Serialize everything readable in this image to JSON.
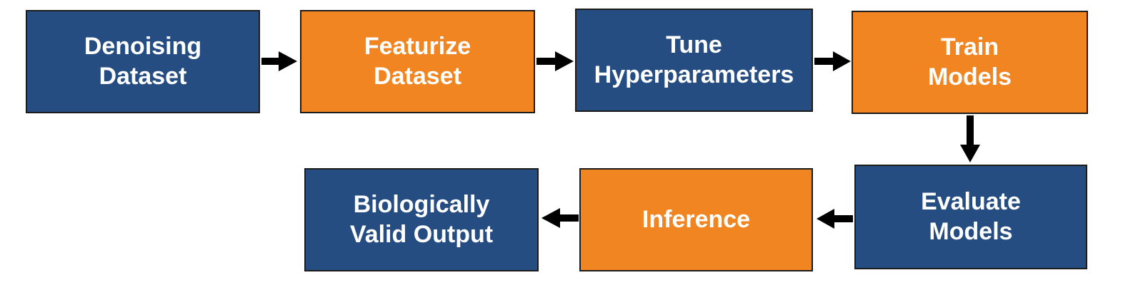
{
  "steps": [
    {
      "id": "denoising-dataset",
      "lines": [
        "Denoising",
        "Dataset"
      ],
      "color": "#264d82"
    },
    {
      "id": "featurize-dataset",
      "lines": [
        "Featurize",
        "Dataset"
      ],
      "color": "#f08521"
    },
    {
      "id": "tune-hyperparameters",
      "lines": [
        "Tune",
        "Hyperparameters"
      ],
      "color": "#264d82"
    },
    {
      "id": "train-models",
      "lines": [
        "Train",
        "Models"
      ],
      "color": "#f08521"
    },
    {
      "id": "evaluate-models",
      "lines": [
        "Evaluate",
        "Models"
      ],
      "color": "#264d82"
    },
    {
      "id": "inference",
      "lines": [
        "Inference"
      ],
      "color": "#f08521"
    },
    {
      "id": "biologically-valid-output",
      "lines": [
        "Biologically",
        "Valid Output"
      ],
      "color": "#264d82"
    }
  ],
  "flow": [
    {
      "from": "denoising-dataset",
      "to": "featurize-dataset",
      "direction": "right"
    },
    {
      "from": "featurize-dataset",
      "to": "tune-hyperparameters",
      "direction": "right"
    },
    {
      "from": "tune-hyperparameters",
      "to": "train-models",
      "direction": "right"
    },
    {
      "from": "train-models",
      "to": "evaluate-models",
      "direction": "down"
    },
    {
      "from": "evaluate-models",
      "to": "inference",
      "direction": "left"
    },
    {
      "from": "inference",
      "to": "biologically-valid-output",
      "direction": "left"
    }
  ],
  "colors": {
    "blue": "#264d82",
    "orange": "#f08521",
    "arrow": "#000000",
    "border": "#1c1c1c",
    "text": "#ffffff"
  }
}
